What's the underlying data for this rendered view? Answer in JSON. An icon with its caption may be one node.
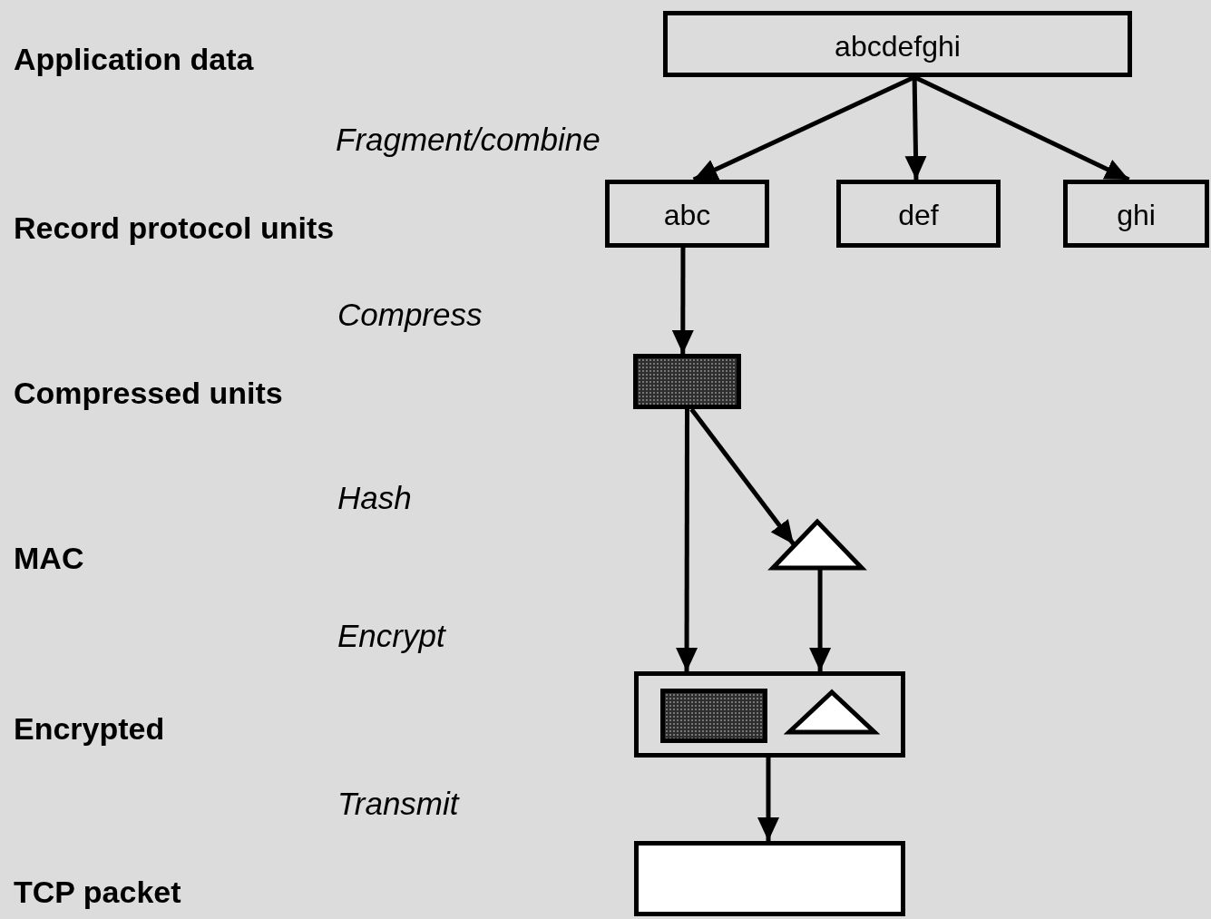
{
  "diagram": {
    "nodes": [
      {
        "text": [
          "abcdefghi"
        ]
      },
      {
        "text": [
          "abc"
        ]
      },
      {
        "text": [
          "def"
        ]
      },
      {
        "text": [
          "ghi"
        ]
      },
      {
        "text": [],
        "shape": "box"
      },
      {
        "text": [],
        "shape": "triangle"
      },
      {
        "text": [],
        "shape": "box"
      },
      {
        "text": [],
        "shape": "box",
        "in": 6
      },
      {
        "text": [],
        "shape": "triangle",
        "in": 6
      },
      {
        "text": [],
        "shape": "box"
      }
    ],
    "edges": [
      {
        "from": 0,
        "to": 1,
        "arrow": "to"
      },
      {
        "from": 0,
        "to": 2,
        "arrow": "to"
      },
      {
        "from": 0,
        "to": 3,
        "arrow": "to"
      },
      {
        "from": 1,
        "to": 4,
        "arrow": "to"
      },
      {
        "from": 4,
        "to": 6,
        "arrow": "to"
      },
      {
        "from": 4,
        "to": 5,
        "arrow": "to"
      },
      {
        "from": 5,
        "to": 6,
        "arrow": "to"
      },
      {
        "from": 6,
        "to": 9,
        "arrow": "to"
      }
    ],
    "labels": [
      "Application data",
      "Fragment/combine",
      "Record protocol units",
      "Compress",
      "Compressed units",
      "Hash",
      "MAC",
      "Encrypt",
      "Encrypted",
      "Transmit",
      "TCP packet"
    ]
  }
}
